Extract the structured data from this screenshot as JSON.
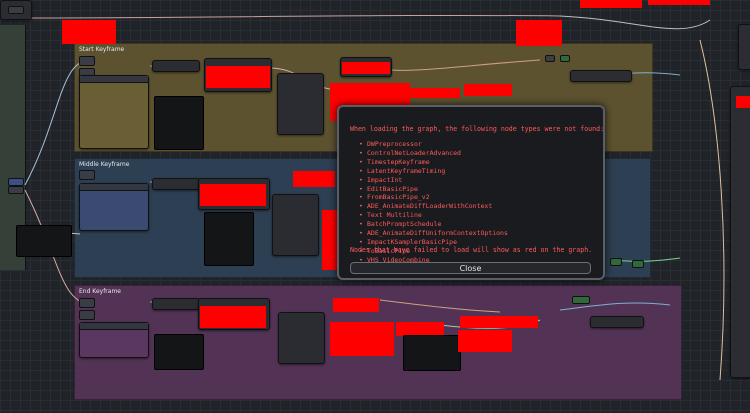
{
  "groups": {
    "first": {
      "title": "Start Keyframe",
      "color": "#6b5c30"
    },
    "middle": {
      "title": "Middle Keyframe",
      "color": "#2f4358"
    },
    "last": {
      "title": "End Keyframe",
      "color": "#573458"
    }
  },
  "dialog": {
    "heading": "When loading the graph, the following node types were not found:",
    "missing_nodes": [
      "DWPreprocessor",
      "ControlNetLoaderAdvanced",
      "TimestepKeyframe",
      "LatentKeyframeTiming",
      "ImpactInt",
      "EditBasicPipe",
      "FromBasicPipe_v2",
      "ADE_AnimateDiffLoaderWithContext",
      "Text Multiline",
      "BatchPromptSchedule",
      "ADE_AnimateDiffUniformContextOptions",
      "ImpactKSamplerBasicPipe",
      "ToBasicPipe",
      "VHS_VideoCombine"
    ],
    "footer": "Nodes that have failed to load will show as red on the graph.",
    "close_label": "Close"
  },
  "colors": {
    "missing_node": "#ff0000",
    "error_text": "#ff5a5a",
    "dialog_bg": "#1a1b1f"
  }
}
